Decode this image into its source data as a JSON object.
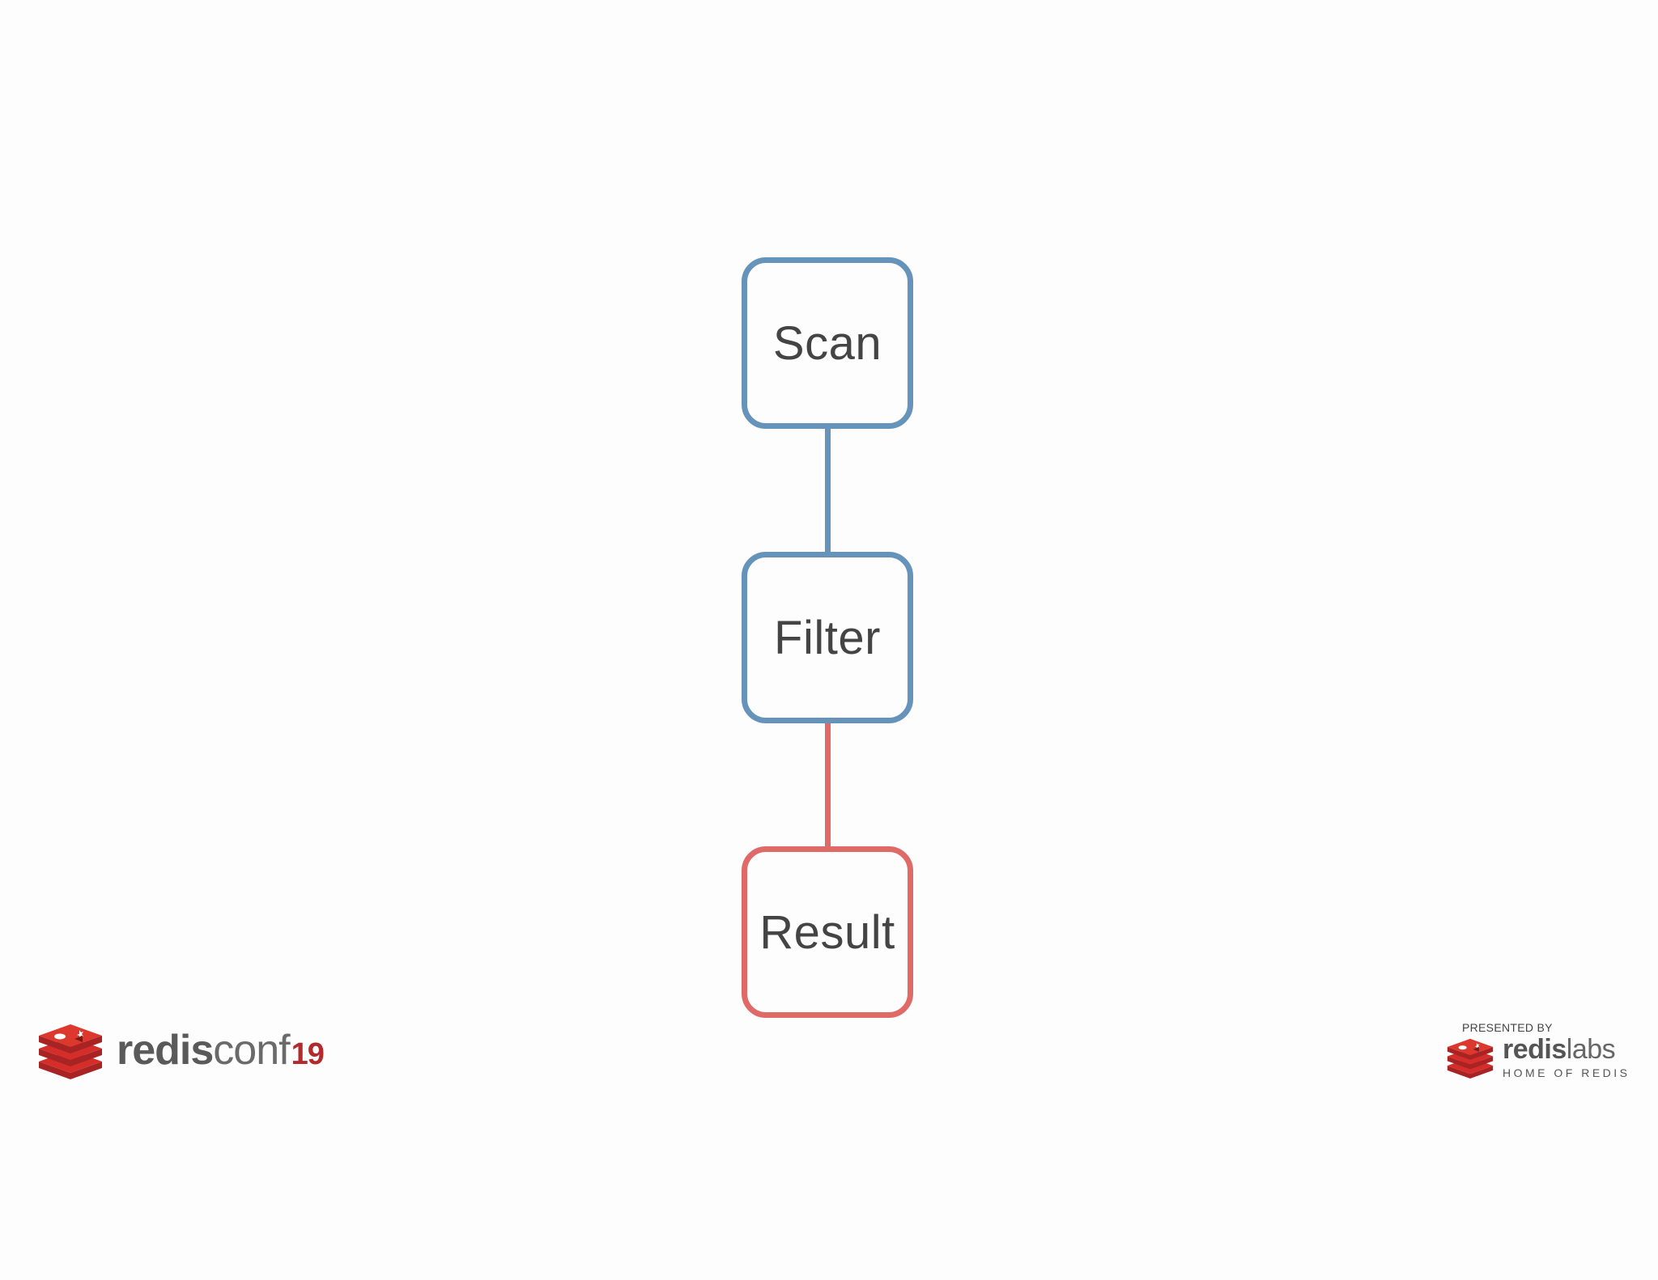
{
  "nodes": {
    "scan": "Scan",
    "filter": "Filter",
    "result": "Result"
  },
  "colors": {
    "blue": "#6593ba",
    "red": "#e06a68",
    "text": "#444444",
    "brand_red": "#d52d2a"
  },
  "footer": {
    "left_logo": {
      "bold": "redis",
      "light": "conf",
      "number": "19",
      "icon": "redis-cube-stack-icon"
    },
    "right_logo": {
      "presented_by": "PRESENTED BY",
      "bold": "redis",
      "light": "labs",
      "tagline": "HOME OF REDIS",
      "icon": "redis-cube-stack-icon"
    }
  }
}
